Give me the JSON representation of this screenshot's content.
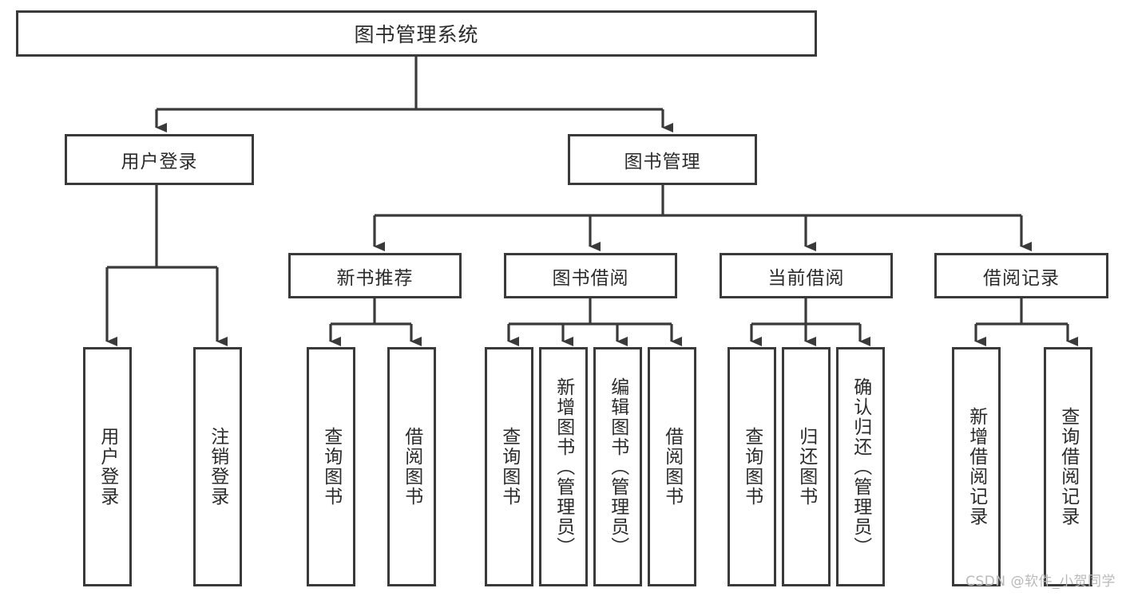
{
  "diagram": {
    "title": "图书管理系统",
    "watermark": "CSDN @软件_小贺同学",
    "stroke_color": "#3a3a3a",
    "text_color": "#2b2b2b",
    "background": "#ffffff",
    "root": {
      "label": "图书管理系统"
    },
    "level1": [
      {
        "label": "用户登录"
      },
      {
        "label": "图书管理"
      }
    ],
    "level2": [
      {
        "label": "新书推荐"
      },
      {
        "label": "图书借阅"
      },
      {
        "label": "当前借阅"
      },
      {
        "label": "借阅记录"
      }
    ],
    "leaves": {
      "user_login": [
        {
          "label": "用户登录"
        },
        {
          "label": "注销登录"
        }
      ],
      "new_book": [
        {
          "label": "查询图书"
        },
        {
          "label": "借阅图书"
        }
      ],
      "borrow_book": [
        {
          "label": "查询图书"
        },
        {
          "label": "新增图书（管理员）"
        },
        {
          "label": "编辑图书（管理员）"
        },
        {
          "label": "借阅图书"
        }
      ],
      "current_borrow": [
        {
          "label": "查询图书"
        },
        {
          "label": "归还图书"
        },
        {
          "label": "确认归还（管理员）"
        }
      ],
      "borrow_record": [
        {
          "label": "新增借阅记录"
        },
        {
          "label": "查询借阅记录"
        }
      ]
    }
  }
}
